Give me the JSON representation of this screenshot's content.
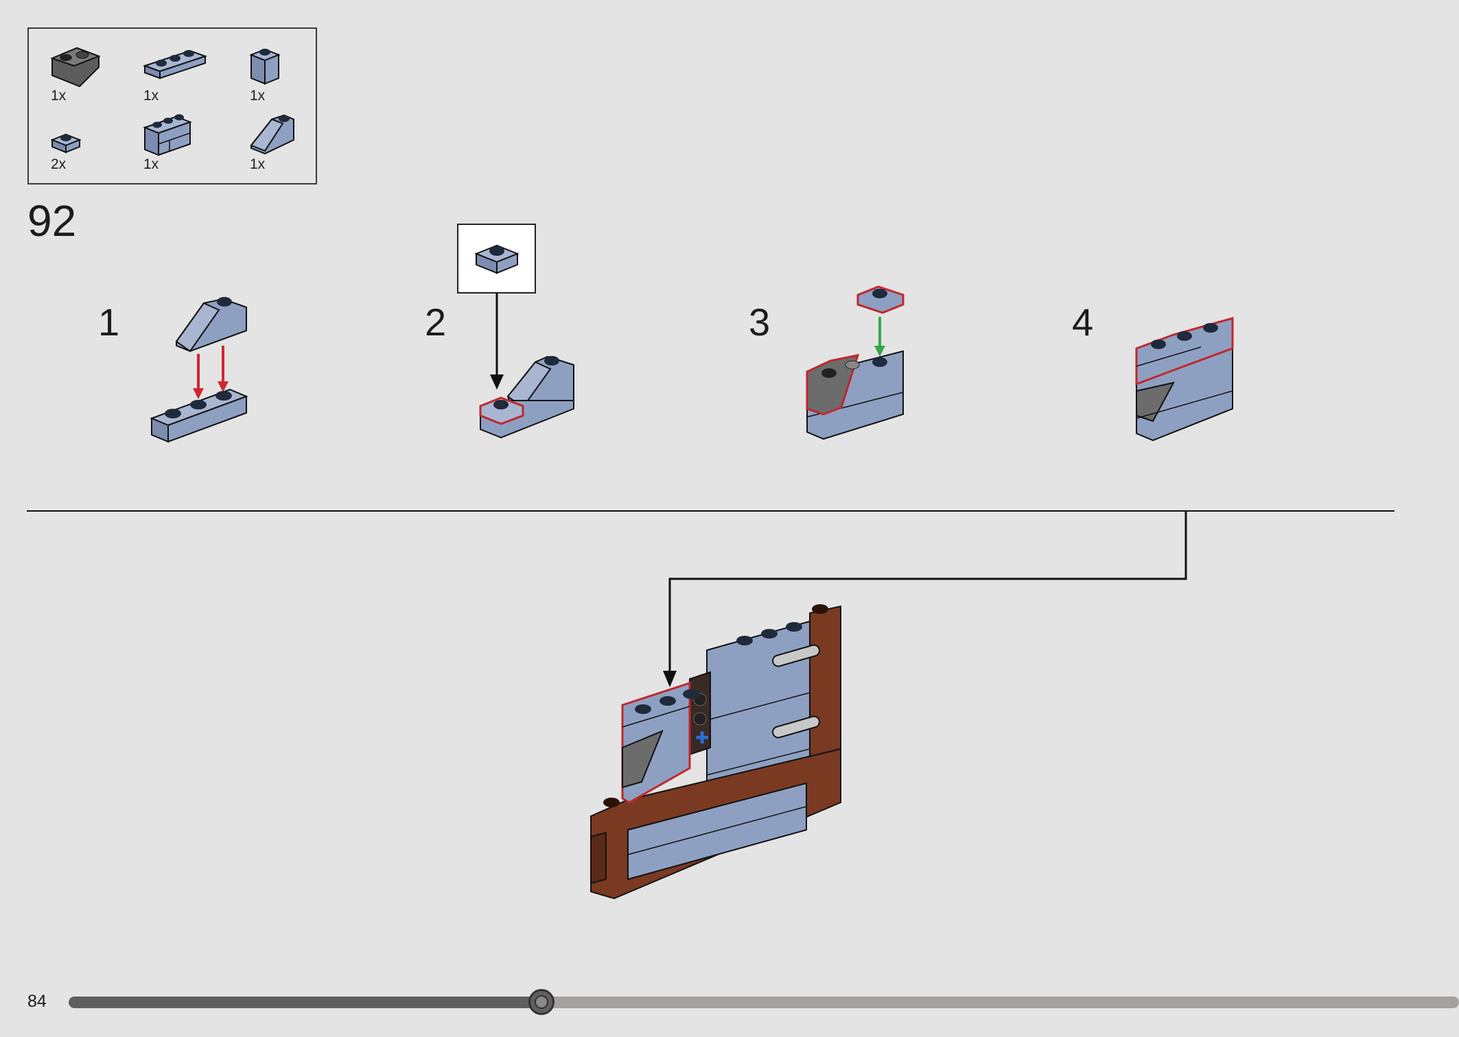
{
  "colors": {
    "background": "#e4e4e4",
    "brick_blue": "#8ea0c2",
    "brick_dark": "#6c6c6c",
    "brown": "#7a3a22",
    "highlight_red": "#c0272d",
    "arrow_red": "#d12630",
    "arrow_green": "#35a84a",
    "progress_fill": "#5f5f5f",
    "progress_track": "#a7a19d"
  },
  "parts_list": [
    {
      "qty": "1x",
      "icon": "dark-inverted-slope-brick-icon"
    },
    {
      "qty": "1x",
      "icon": "blue-plate-1x3-icon"
    },
    {
      "qty": "1x",
      "icon": "blue-brick-1x1-icon"
    },
    {
      "qty": "2x",
      "icon": "blue-plate-1x1-icon"
    },
    {
      "qty": "1x",
      "icon": "blue-masonry-brick-icon"
    },
    {
      "qty": "1x",
      "icon": "blue-slope-brick-icon"
    }
  ],
  "step": {
    "number": "92"
  },
  "substeps": [
    {
      "number": "1"
    },
    {
      "number": "2"
    },
    {
      "number": "3"
    },
    {
      "number": "4"
    }
  ],
  "footer": {
    "page_number": "84",
    "progress": 0.34
  }
}
